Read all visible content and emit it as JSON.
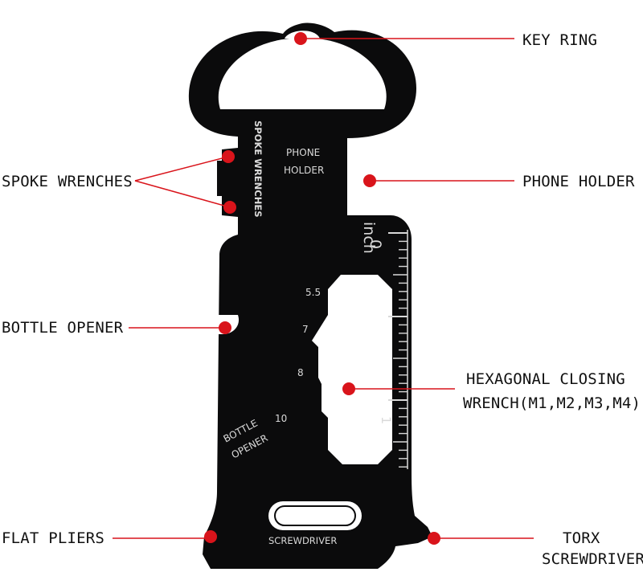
{
  "colors": {
    "tool": "#0b0b0c",
    "hole": "#ffffff",
    "dot": "#d9141b",
    "line": "#d9141b",
    "etch": "#d9d9d9"
  },
  "callouts": {
    "key_ring": "KEY RING",
    "phone_holder": "PHONE HOLDER",
    "spoke_wrenches": "SPOKE WRENCHES",
    "bottle_opener": "BOTTLE OPENER",
    "hex_wrench_line1": "HEXAGONAL CLOSING",
    "hex_wrench_line2": "WRENCH(M1,M2,M3,M4)",
    "flat_pliers": "FLAT PLIERS",
    "torx_line1": "TORX",
    "torx_line2": "SCREWDRIVER"
  },
  "engraving": {
    "spoke_wrenches": "SPOKE WRENCHES",
    "phone_line1": "PHONE",
    "phone_line2": "HOLDER",
    "ruler_zero": "0",
    "ruler_unit": "inch",
    "ruler_one": "1",
    "size_55": "5.5",
    "size_7": "7",
    "size_8": "8",
    "size_10": "10",
    "bottle_line1": "BOTTLE",
    "bottle_line2": "OPENER",
    "screwdriver": "SCREWDRIVER"
  }
}
